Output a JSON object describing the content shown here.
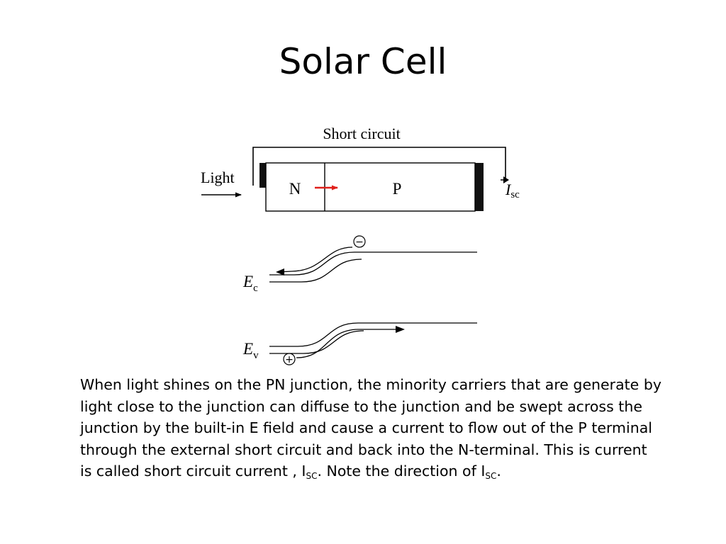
{
  "slide": {
    "title": "Solar Cell"
  },
  "diagram": {
    "short_circuit_label": "Short circuit",
    "light_label": "Light",
    "n_region_label": "N",
    "p_region_label": "P",
    "current_label_main": "I",
    "current_label_sub": "sc",
    "ec_label_main": "E",
    "ec_label_sub": "c",
    "ev_label_main": "E",
    "ev_label_sub": "v",
    "electron_symbol": "−",
    "hole_symbol": "+",
    "field_arrow_color": "#e0201b"
  },
  "caption": {
    "body": "When light shines on the PN junction, the minority carriers that are generate by light close to the junction can diffuse to the junction and be swept across the junction by the built-in E field and cause a current to flow out of the P terminal through the external short circuit and back into the N-terminal.  This is current is called short circuit current , I",
    "sub1": "SC",
    "mid": ".  Note the direction of I",
    "sub2": "SC",
    "end": "."
  }
}
